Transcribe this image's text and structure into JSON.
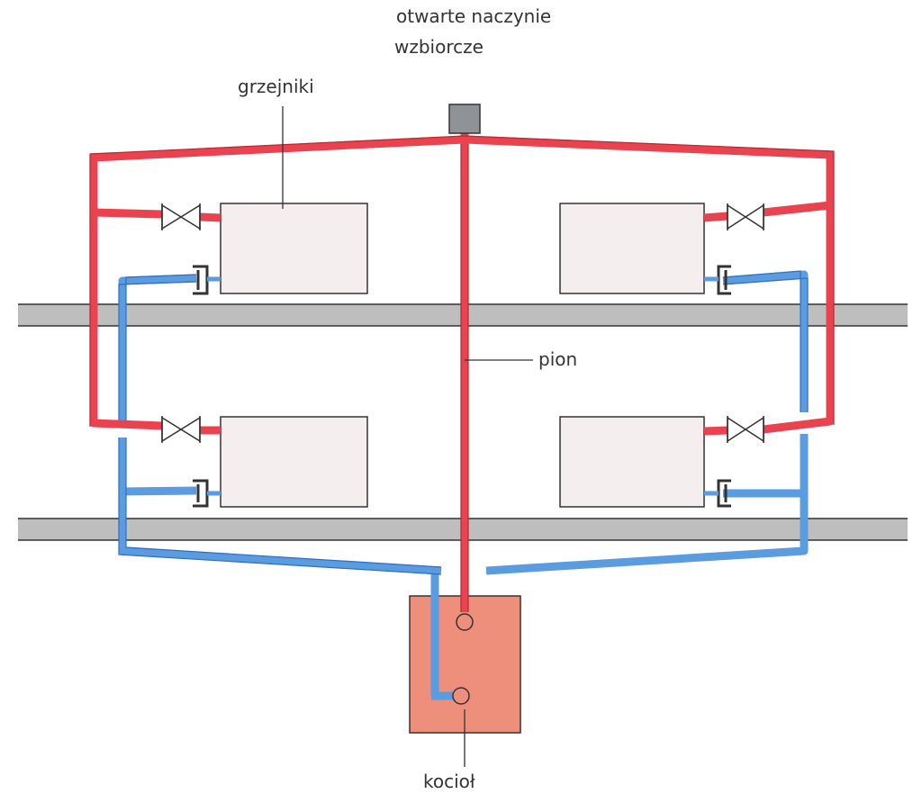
{
  "labels": {
    "expansion_vessel_line1": "otwarte naczynie",
    "expansion_vessel_line2": "wzbiorcze",
    "radiators": "grzejniki",
    "riser": "pion",
    "boiler": "kocioł"
  },
  "colors": {
    "supply_pipe": "#e8434f",
    "return_pipe": "#5b9be0",
    "floor_slab": "#b3b3b3",
    "boiler": "#ee8f7c",
    "radiator_fill": "#f4eeee",
    "vessel": "#8f9296",
    "outline": "#333333"
  }
}
